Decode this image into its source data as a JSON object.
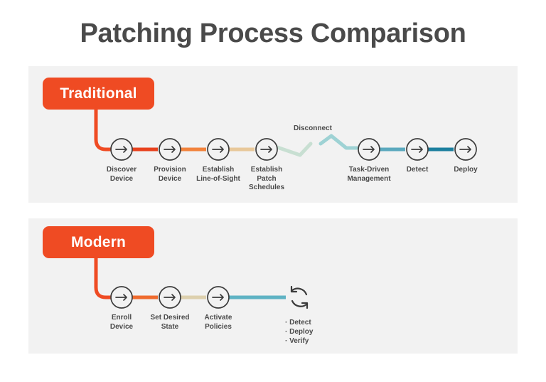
{
  "title": "Patching Process Comparison",
  "colors": {
    "accent_orange": "#ef4b23",
    "panel_bg": "#f2f2f2",
    "text_dark": "#4a4a4a",
    "node_stroke": "#3c3c3c",
    "page_bg": "#ffffff"
  },
  "rows": [
    {
      "badge": "Traditional",
      "badge_icon": "badge-label",
      "annotation": "Disconnect",
      "nodes": [
        {
          "label": "Discover\nDevice",
          "icon": "arrow-right-icon"
        },
        {
          "label": "Provision\nDevice",
          "icon": "arrow-right-icon"
        },
        {
          "label": "Establish\nLine-of-Sight",
          "icon": "arrow-right-icon"
        },
        {
          "label": "Establish\nPatch\nSchedules",
          "icon": "arrow-right-icon"
        },
        {
          "label": "Task-Driven\nManagement",
          "icon": "arrow-right-icon"
        },
        {
          "label": "Detect",
          "icon": "arrow-right-icon"
        },
        {
          "label": "Deploy",
          "icon": "arrow-right-icon"
        }
      ],
      "connector_colors": [
        "#e8421e",
        "#f2833c",
        "#e8c89a",
        "#c8dfd2",
        "#9ed2d4",
        "#5ba9be",
        "#1c7f9e"
      ]
    },
    {
      "badge": "Modern",
      "badge_icon": "badge-label",
      "nodes": [
        {
          "label": "Enroll\nDevice",
          "icon": "arrow-right-icon"
        },
        {
          "label": "Set Desired\nState",
          "icon": "arrow-right-icon"
        },
        {
          "label": "Activate\nPolicies",
          "icon": "arrow-right-icon"
        }
      ],
      "cycle_icon": "refresh-cycle-icon",
      "cycle_items": [
        "· Detect",
        "· Deploy",
        "· Verify"
      ],
      "connector_colors": [
        "#ef6b2e",
        "#ddd0ae",
        "#7fc3cf",
        "#1c8fae"
      ]
    }
  ]
}
